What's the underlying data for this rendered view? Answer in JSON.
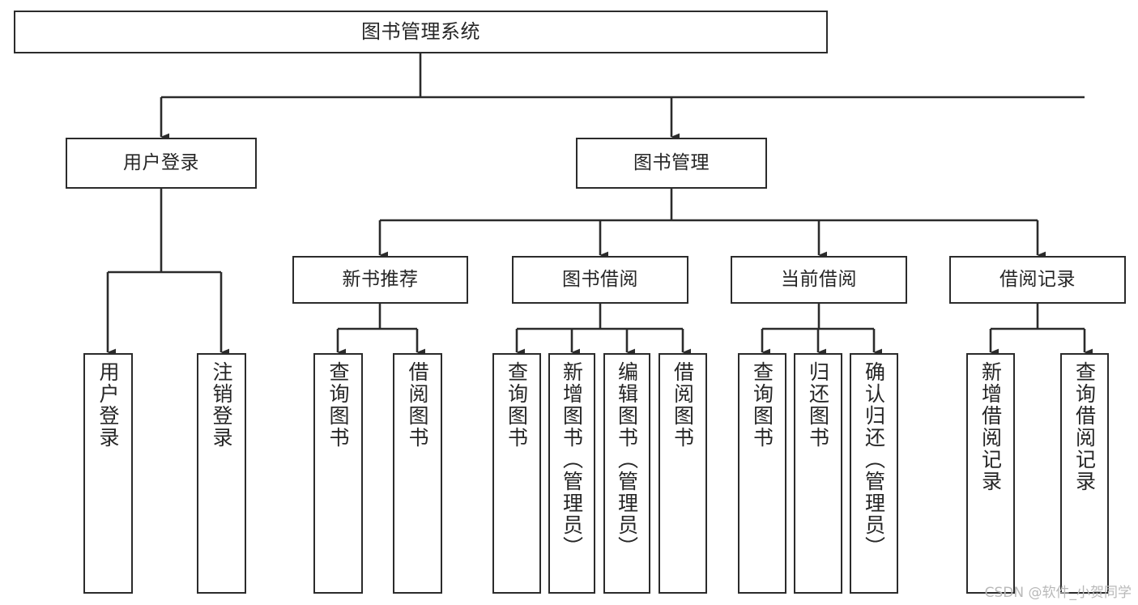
{
  "diagram": {
    "title": "图书管理系统",
    "type": "tree",
    "stroke_color": "#2b2b2b",
    "background_color": "#ffffff",
    "text_color": "#262626",
    "nodes": {
      "root": {
        "label": "图书管理系统"
      },
      "level2": [
        {
          "id": "user-login",
          "label": "用户登录"
        },
        {
          "id": "book-manage",
          "label": "图书管理"
        }
      ],
      "level3": [
        {
          "id": "new-book-recommend",
          "label": "新书推荐"
        },
        {
          "id": "book-borrow",
          "label": "图书借阅"
        },
        {
          "id": "current-borrow",
          "label": "当前借阅"
        },
        {
          "id": "borrow-record",
          "label": "借阅记录"
        }
      ],
      "leaves": [
        {
          "id": "leaf-user-login",
          "label": "用户登录"
        },
        {
          "id": "leaf-logout-login",
          "label": "注销登录"
        },
        {
          "id": "leaf-query-book-1",
          "label": "查询图书"
        },
        {
          "id": "leaf-borrow-book-1",
          "label": "借阅图书"
        },
        {
          "id": "leaf-query-book-2",
          "label": "查询图书"
        },
        {
          "id": "leaf-add-book",
          "label": "新增图书（管理员）"
        },
        {
          "id": "leaf-edit-book",
          "label": "编辑图书（管理员）"
        },
        {
          "id": "leaf-borrow-book-2",
          "label": "借阅图书"
        },
        {
          "id": "leaf-query-book-3",
          "label": "查询图书"
        },
        {
          "id": "leaf-return-book",
          "label": "归还图书"
        },
        {
          "id": "leaf-confirm-return",
          "label": "确认归还（管理员）"
        },
        {
          "id": "leaf-add-record",
          "label": "新增借阅记录"
        },
        {
          "id": "leaf-query-record",
          "label": "查询借阅记录"
        }
      ]
    }
  },
  "watermark": {
    "text": "CSDN @软件_小贺同学"
  }
}
